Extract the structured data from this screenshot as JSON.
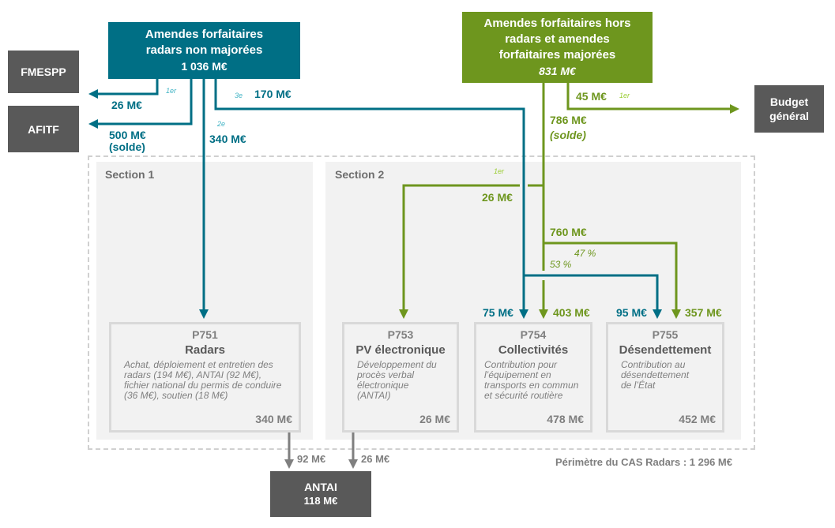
{
  "sources": {
    "radars": {
      "line1": "Amendes forfaitaires",
      "line2": "radars non majorées",
      "amount": "1 036 M€"
    },
    "hors_radars": {
      "line1": "Amendes forfaitaires hors",
      "line2": "radars et amendes",
      "line3": "forfaitaires majorées",
      "amount": "831 M€"
    }
  },
  "destinations": {
    "fmespp": "FMESPP",
    "afitf": "AFITF",
    "budget_line1": "Budget",
    "budget_line2": "général",
    "antai_name": "ANTAI",
    "antai_amount": "118 M€"
  },
  "flows": {
    "fmespp": "26 M€",
    "fmespp_order": "1er",
    "afitf": "500 M€",
    "afitf_note": "(solde)",
    "p751": "340 M€",
    "p751_order": "2e",
    "collect_teal": "170 M€",
    "collect_teal_order": "3e",
    "budget": "45 M€",
    "budget_order": "1er",
    "solde": "786 M€",
    "solde_note": "(solde)",
    "p753": "26 M€",
    "p753_order": "1er",
    "split": "760 M€",
    "pct47": "47 %",
    "pct53": "53 %",
    "p754_teal": "75 M€",
    "p754_green": "403 M€",
    "p755_teal": "95 M€",
    "p755_green": "357 M€",
    "antai_from_p751": "92 M€",
    "antai_from_p753": "26 M€"
  },
  "sections": {
    "s1": "Section 1",
    "s2": "Section 2",
    "perimeter": "Périmètre du CAS Radars : 1 296 M€"
  },
  "programs": [
    {
      "code": "P751",
      "name": "Radars",
      "desc": "Achat, déploiement et entretien des radars (194 M€), ANTAI (92 M€), fichier national du permis de conduire (36 M€), soutien (18 M€)",
      "amount": "340 M€"
    },
    {
      "code": "P753",
      "name": "PV électronique",
      "desc": "Développement du procès verbal électronique (ANTAI)",
      "amount": "26 M€"
    },
    {
      "code": "P754",
      "name": "Collectivités",
      "desc": "Contribution pour l’équipement en transports en commun et sécurité routière",
      "amount": "478 M€"
    },
    {
      "code": "P755",
      "name": "Désendettement",
      "desc": "Contribution  au désendettement de l’État",
      "amount": "452 M€"
    }
  ],
  "colors": {
    "teal": "#006f85",
    "green": "#6e961e",
    "dark": "#595959"
  }
}
